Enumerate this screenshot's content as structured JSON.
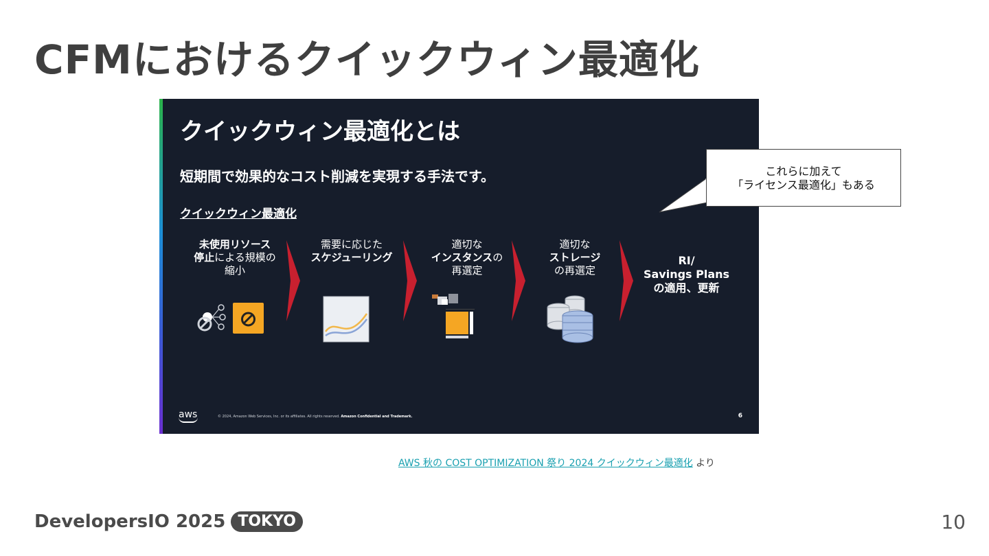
{
  "page": {
    "title": "CFMにおけるクイックウィン最適化",
    "page_number": "10"
  },
  "slide": {
    "title": "クイックウィン最適化とは",
    "subtitle": "短期間で効果的なコスト削減を実現する手法です。",
    "section_label": "クイックウィン最適化",
    "steps": [
      {
        "line1_bold": "未使用リソース",
        "line2_bold": "停止",
        "line2_rest": "による規模の",
        "line3": "縮小"
      },
      {
        "line1": "需要に応じた",
        "line2_bold": "スケジューリング"
      },
      {
        "line1": "適切な",
        "line2_bold": "インスタンス",
        "line2_rest": "の",
        "line3": "再選定"
      },
      {
        "line1": "適切な",
        "line2_bold": "ストレージ",
        "line3": "の再選定"
      },
      {
        "line1_bold": "RI/",
        "line2_bold": "Savings Plans",
        "line3_bold": "の適用、更新"
      }
    ],
    "footer": {
      "logo": "aws",
      "copyright": "© 2024, Amazon Web Services, Inc. or its affiliates. All rights reserved.",
      "copyright_bold": "Amazon Confidential and Trademark.",
      "page_number": "6"
    },
    "colors": {
      "background": "#161d2b",
      "arrow": "#c8202f",
      "icon_orange": "#f5a623"
    }
  },
  "callout": {
    "line1": "これらに加えて",
    "line2": "「ライセンス最適化」もある"
  },
  "source": {
    "link_text": "AWS 秋の COST OPTIMIZATION 祭り 2024 クイックウィン最適化",
    "suffix": " より"
  },
  "footer": {
    "brand": "DevelopersIO 2025",
    "badge": "TOKYO"
  }
}
